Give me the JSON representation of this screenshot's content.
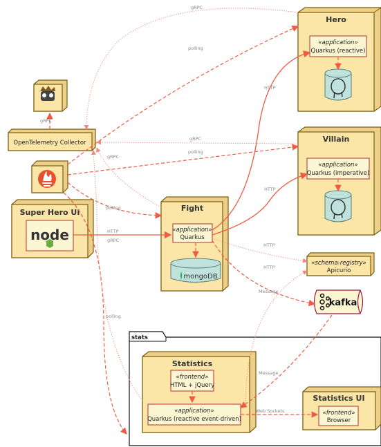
{
  "nodes": {
    "hero": {
      "title": "Hero",
      "stereotype": "«application»",
      "label": "Quarkus (reactive)"
    },
    "villain": {
      "title": "Villain",
      "stereotype": "«application»",
      "label": "Quarkus (imperative)"
    },
    "fight": {
      "title": "Fight",
      "stereotype": "«application»",
      "label": "Quarkus"
    },
    "ui": {
      "title": "Super Hero UI"
    },
    "otel": {
      "label": "OpenTelemetry Collector"
    },
    "apicurio": {
      "stereotype": "«schema-registry»",
      "label": "Apicurio"
    },
    "kafka": {
      "label": "kafka"
    },
    "mongo": {
      "label": "mongoDB"
    },
    "stats_group": {
      "label": "stats"
    },
    "statistics": {
      "title": "Statistics",
      "frontend_stereotype": "«frontend»",
      "frontend_label": "HTML + jQuery",
      "app_stereotype": "«application»",
      "app_label": "Quarkus (reactive event-driven)"
    },
    "statistics_ui": {
      "title": "Statistics UI",
      "stereotype": "«frontend»",
      "label": "Browser"
    }
  },
  "edge_labels": {
    "grpc_top": "gRPC",
    "polling_top": "polling",
    "http_hero": "HTTP",
    "grpc_otel_jaeger": "gRPC",
    "grpc_villain": "gRPC",
    "polling_villain": "polling",
    "grpc_fight": "gRPC",
    "polling_fight": "polling",
    "http_villain": "HTTP",
    "http_ui_fight": "HTTP",
    "grpc_ui": "gRPC",
    "http_apicurio_1": "HTTP",
    "http_apicurio_2": "HTTP",
    "message_kafka": "Message",
    "polling_stats": "polling",
    "message_stats": "Message",
    "websockets": "Web Sockets"
  },
  "icons": [
    "jaeger-icon",
    "prometheus-icon",
    "nodejs-icon",
    "postgres-icon",
    "mongodb-icon",
    "kafka-icon"
  ],
  "colors": {
    "node_fill": "#fbe6a8",
    "arrow": "#ee5a42",
    "db": "#bfe3dc"
  }
}
